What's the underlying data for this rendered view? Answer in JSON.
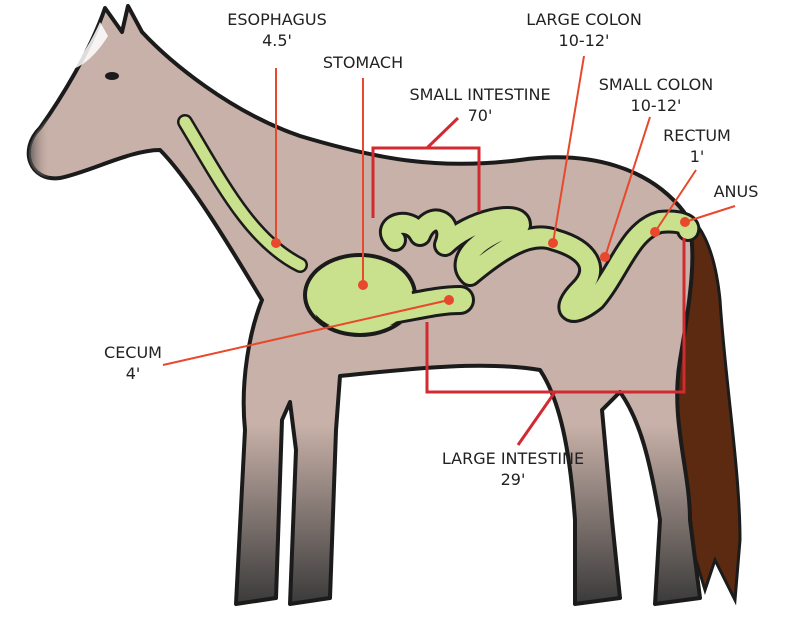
{
  "colors": {
    "body": "#c8b1a8",
    "outline": "#1b1b1b",
    "digestive_tract": "#c9e08c",
    "leader_line": "#e8482c",
    "bracket": "#d12a30",
    "tail": "#5b2a10"
  },
  "labels": [
    {
      "id": "esophagus",
      "name": "ESOPHAGUS",
      "length": "4.5'"
    },
    {
      "id": "stomach",
      "name": "STOMACH",
      "length": ""
    },
    {
      "id": "small-intestine",
      "name": "SMALL INTESTINE",
      "length": "70'"
    },
    {
      "id": "large-colon",
      "name": "LARGE COLON",
      "length": "10-12'"
    },
    {
      "id": "small-colon",
      "name": "SMALL COLON",
      "length": "10-12'"
    },
    {
      "id": "rectum",
      "name": "RECTUM",
      "length": "1'"
    },
    {
      "id": "anus",
      "name": "ANUS",
      "length": ""
    },
    {
      "id": "cecum",
      "name": "CECUM",
      "length": "4'"
    },
    {
      "id": "large-intestine",
      "name": "LARGE INTESTINE",
      "length": "29'"
    }
  ]
}
